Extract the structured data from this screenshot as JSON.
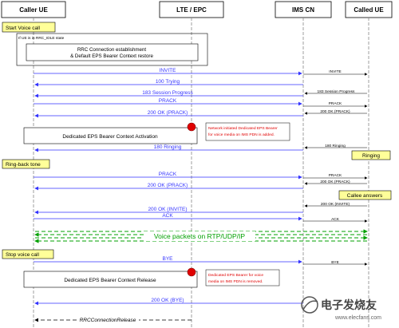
{
  "entities": [
    {
      "id": "caller",
      "label": "Caller UE"
    },
    {
      "id": "lte",
      "label": "LTE / EPC"
    },
    {
      "id": "ims",
      "label": "IMS CN"
    },
    {
      "id": "called",
      "label": "Called UE"
    }
  ],
  "notes": {
    "start_call": "Start Voice call",
    "idle_condition": "If UE is in RRC_IDLE state",
    "rrc_line1": "RRC Connection establishment",
    "rrc_line2": "& Default EPS Bearer Context restore",
    "network_note_line1": "Network initiated Dedicated EPS Bearer",
    "network_note_line2": "for voice media on IMS PDN is added.",
    "dedicated_activation": "Dedicated EPS Bearer Context Activation",
    "ringing": "Ringing",
    "ringback": "Ring-back tone",
    "callee_answers": "Callee  answers",
    "voice_packets": "Voice packets on RTP/UDP/IP",
    "stop_call": "Stop voice call",
    "dedicated_release": "Dedicated EPS Bearer Context Release",
    "removed_note_line1": "Dedicated EPS Bearer for voice",
    "removed_note_line2": "media on IMS PDN is removed.",
    "watermark": "电子发烧友",
    "watermark_url": "www.elecfans.com"
  },
  "messages": {
    "invite_a": "INVITE",
    "invite_b": "INVITE",
    "trying": "100 Trying",
    "progress_a": "183 Session Progress",
    "progress_b": "183 Session Progress",
    "prack1_a": "PRACK",
    "prack1_b": "PRACK",
    "ok_prack1_a": "200 OK (PRACK)",
    "ok_prack1_b": "200 OK (PRACK)",
    "ringing_a": "180 Ringing",
    "ringing_b": "180 Ringing",
    "prack2_a": "PRACK",
    "prack2_b": "PRACK",
    "ok_prack2_a": "200 OK (PRACK)",
    "ok_prack2_b": "200 OK (PRACK)",
    "ok_invite_a": "200 OK (INVITE)",
    "ok_invite_b": "200 OK (INVITE)",
    "ack_a": "ACK",
    "ack_b": "ACK",
    "bye_a": "BYE",
    "bye_b": "BYE",
    "ok_bye": "200 OK (BYE)",
    "rrc_release": "RRCConnectionRelease"
  },
  "colors": {
    "blue": "#3333ff",
    "green": "#00a000",
    "note_fill": "#ffff99",
    "red_dot": "#e00000",
    "red_text": "#e00000",
    "lifeline": "#888888"
  }
}
